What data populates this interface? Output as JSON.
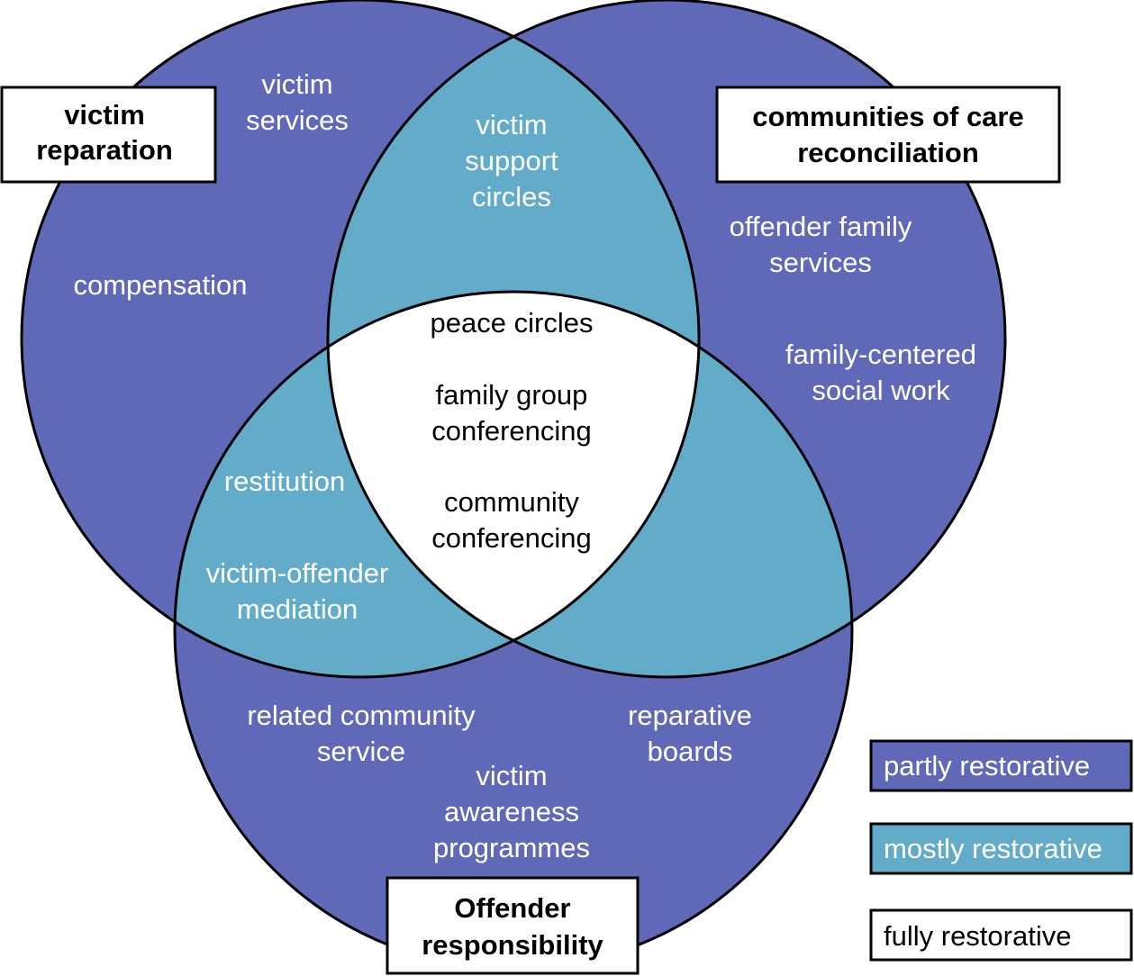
{
  "colors": {
    "partly": "#6069b8",
    "mostly": "#62abc9",
    "fully": "#ffffff",
    "stroke": "#000000",
    "light_text": "#ffffff",
    "dark_text": "#000000"
  },
  "labels": {
    "victim": [
      "victim",
      "reparation"
    ],
    "community": [
      "communities of care",
      "reconciliation"
    ],
    "offender": [
      "Offender",
      "responsibility"
    ]
  },
  "regions": {
    "victim_only": {
      "victim_services": [
        "victim",
        "services"
      ],
      "compensation": [
        "compensation"
      ]
    },
    "community_only": {
      "offender_family_services": [
        "offender family",
        "services"
      ],
      "family_centered_social_work": [
        "family-centered",
        "social work"
      ]
    },
    "offender_only": {
      "related_community_service": [
        "related community",
        "service"
      ],
      "reparative_boards": [
        "reparative",
        "boards"
      ],
      "victim_awareness_programmes": [
        "victim",
        "awareness",
        "programmes"
      ]
    },
    "victim_community": {
      "victim_support_circles": [
        "victim",
        "support",
        "circles"
      ]
    },
    "victim_offender": {
      "restitution": [
        "restitution"
      ],
      "victim_offender_mediation": [
        "victim-offender",
        "mediation"
      ]
    },
    "center": {
      "peace_circles": [
        "peace circles"
      ],
      "family_group_conferencing": [
        "family group",
        "conferencing"
      ],
      "community_conferencing": [
        "community",
        "conferencing"
      ]
    }
  },
  "legend": {
    "partly": "partly restorative",
    "mostly": "mostly restorative",
    "fully": "fully restorative"
  }
}
